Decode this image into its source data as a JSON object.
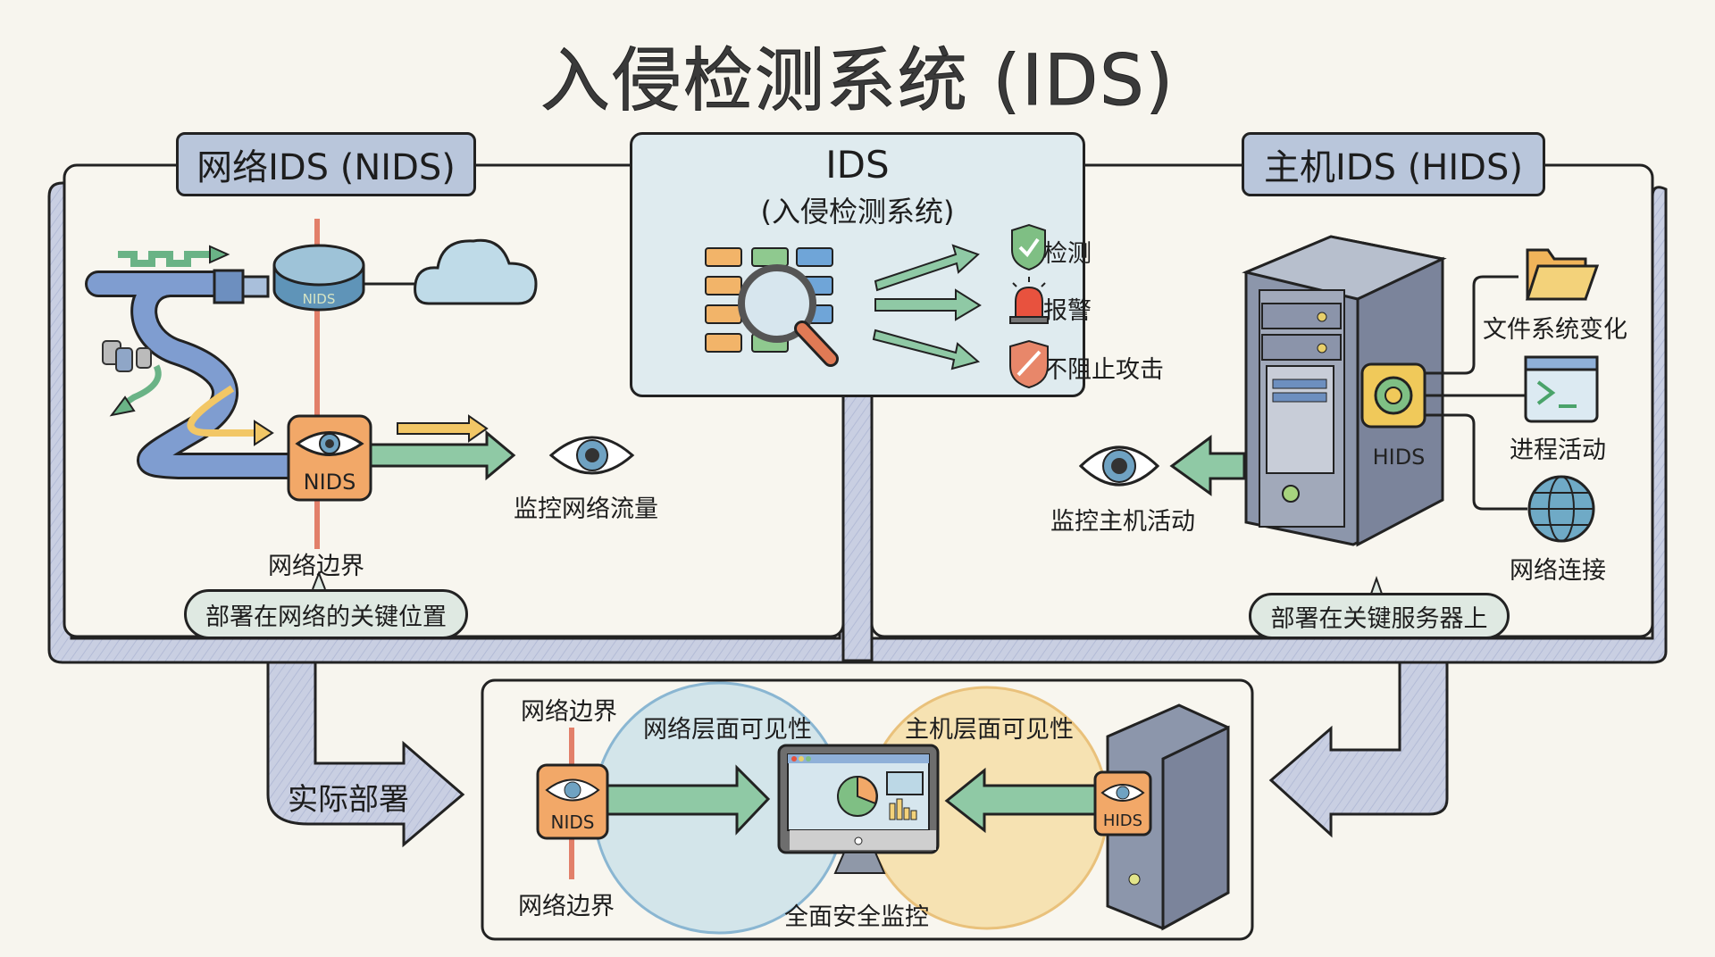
{
  "title": "入侵检测系统 (IDS)",
  "nids_panel": {
    "header": "网络IDS (NIDS)",
    "router_label": "NIDS",
    "sensor_label": "NIDS",
    "monitor_label": "监控网络流量",
    "boundary_label": "网络边界",
    "deploy_note": "部署在网络的关键位置"
  },
  "ids_panel": {
    "title": "IDS",
    "subtitle": "(入侵检测系统)",
    "features": [
      {
        "icon": "shield-check-icon",
        "label": "检测"
      },
      {
        "icon": "alarm-siren-icon",
        "label": "报警"
      },
      {
        "icon": "shield-prohibited-icon",
        "label": "不阻止攻击"
      }
    ]
  },
  "hids_panel": {
    "header": "主机IDS (HIDS)",
    "agent_label": "HIDS",
    "monitor_label": "监控主机活动",
    "sources": [
      {
        "icon": "folder-icon",
        "label": "文件系统变化"
      },
      {
        "icon": "terminal-icon",
        "label": "进程活动"
      },
      {
        "icon": "globe-icon",
        "label": "网络连接"
      }
    ],
    "deploy_note": "部署在关键服务器上"
  },
  "deployment": {
    "arrow_label": "实际部署",
    "boundary_top": "网络边界",
    "boundary_bottom": "网络边界",
    "nids_label": "NIDS",
    "hids_label": "HIDS",
    "network_visibility": "网络层面可见性",
    "host_visibility": "主机层面可见性",
    "console_label": "全面安全监控"
  },
  "colors": {
    "background": "#f7f5ee",
    "header_fill": "#b9c6db",
    "center_fill": "#dfebef",
    "frame_fill": "#c9cfe2",
    "arrow_green": "#8fc9a5",
    "arrow_yellow": "#f2c766",
    "sensor_orange": "#f2a868",
    "boundary_red": "#e2806a",
    "network_circle": "#cfe4ea",
    "host_circle": "#f6dfa8"
  }
}
